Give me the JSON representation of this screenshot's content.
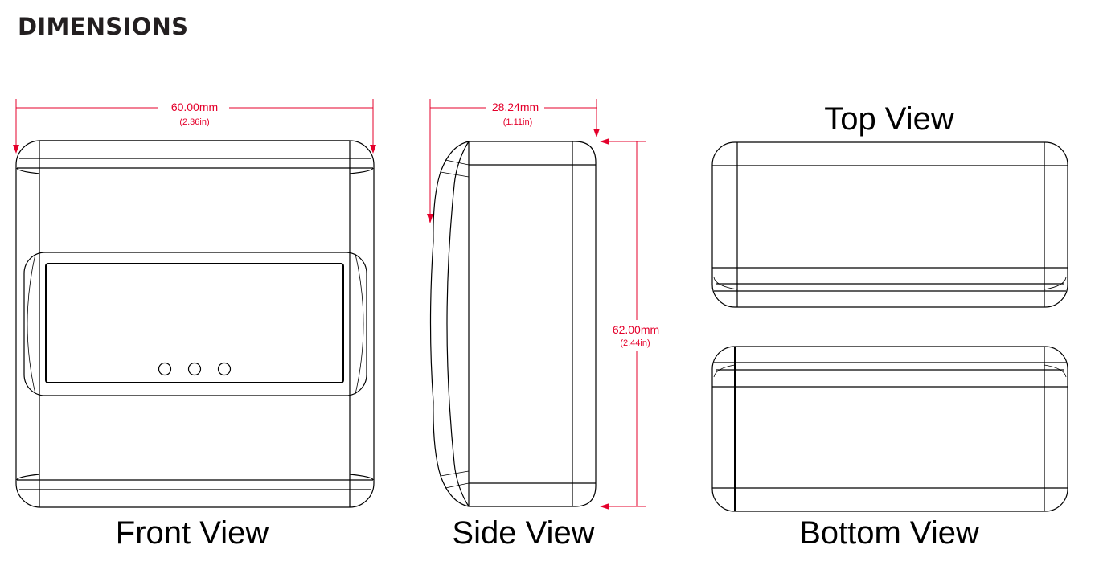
{
  "heading": "DIMENSIONS",
  "colors": {
    "dimension": "#e4002b",
    "outline": "#000000",
    "heading": "#231f20"
  },
  "views": {
    "front": "Front View",
    "side": "Side View",
    "top": "Top View",
    "bottom": "Bottom View"
  },
  "dimensions": {
    "width": {
      "mm": "60.00mm",
      "inch": "(2.36in)"
    },
    "depth": {
      "mm": "28.24mm",
      "inch": "(1.11in)"
    },
    "height": {
      "mm": "62.00mm",
      "inch": "(2.44in)"
    }
  }
}
